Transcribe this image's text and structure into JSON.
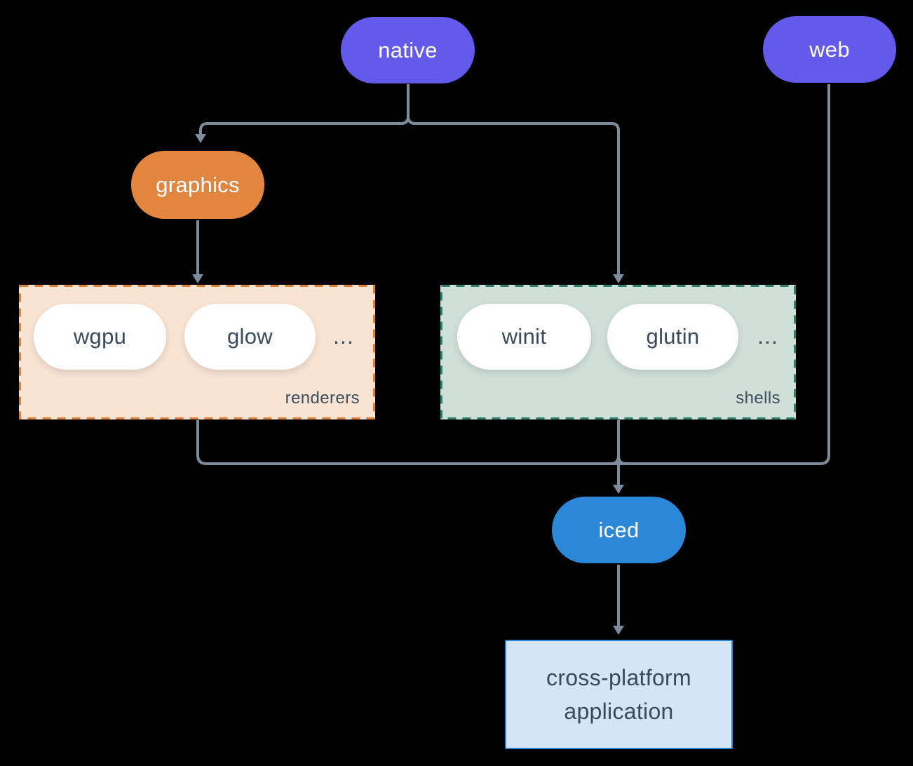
{
  "diagram": {
    "background": "#000000",
    "connector_color": "#7C8C9C",
    "nodes": {
      "native": {
        "label": "native",
        "fill": "#6359EA",
        "text_color": "#FFFFFF"
      },
      "web": {
        "label": "web",
        "fill": "#6359EA",
        "text_color": "#FFFFFF"
      },
      "graphics": {
        "label": "graphics",
        "fill": "#E2853F",
        "text_color": "#FFFFFF"
      },
      "iced": {
        "label": "iced",
        "fill": "#2B87D8",
        "text_color": "#FFFFFF"
      },
      "application": {
        "lines": [
          "cross-platform",
          "application"
        ],
        "fill": "#D3E5F6",
        "border": "#2B87D8",
        "text_color": "#384A5C"
      }
    },
    "groups": {
      "renderers": {
        "label": "renderers",
        "items": [
          "wgpu",
          "glow"
        ],
        "ellipsis": "...",
        "fill": "#F9E3D3",
        "border": "#DE8038",
        "item_text_color": "#384A5C"
      },
      "shells": {
        "label": "shells",
        "items": [
          "winit",
          "glutin"
        ],
        "ellipsis": "...",
        "fill": "#CFE0D8",
        "border": "#2E7F6E",
        "item_text_color": "#384A5C"
      }
    },
    "edges": [
      {
        "from": "native",
        "to": "graphics"
      },
      {
        "from": "native",
        "to": "shells"
      },
      {
        "from": "graphics",
        "to": "renderers"
      },
      {
        "from": "renderers",
        "to": "iced"
      },
      {
        "from": "shells",
        "to": "iced"
      },
      {
        "from": "web",
        "to": "iced"
      },
      {
        "from": "iced",
        "to": "application"
      }
    ]
  }
}
